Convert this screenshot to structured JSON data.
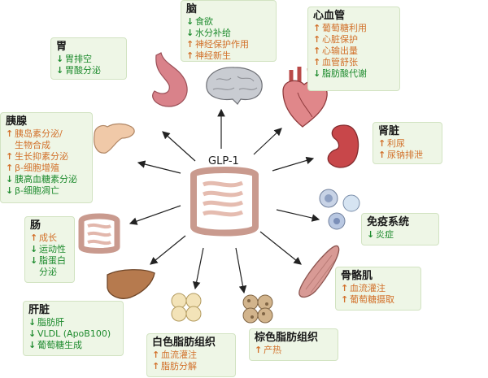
{
  "center_label": "GLP-1",
  "colors": {
    "up": "#d2702a",
    "down": "#1e8b2e",
    "box_bg": "#eef6e6",
    "box_border": "#d2e3c2"
  },
  "brain": {
    "title": "脑",
    "items": [
      {
        "dir": "down",
        "text": "食欲"
      },
      {
        "dir": "down",
        "text": "水分补给"
      },
      {
        "dir": "up",
        "text": "神经保护作用"
      },
      {
        "dir": "up",
        "text": "神经新生"
      }
    ]
  },
  "heart": {
    "title": "心血管",
    "items": [
      {
        "dir": "up",
        "text": "葡萄糖利用"
      },
      {
        "dir": "up",
        "text": "心脏保护"
      },
      {
        "dir": "up",
        "text": "心输出量"
      },
      {
        "dir": "up",
        "text": "血管舒张"
      },
      {
        "dir": "down",
        "text": "脂肪酸代谢"
      }
    ]
  },
  "stomach": {
    "title": "胃",
    "items": [
      {
        "dir": "down",
        "text": "胃排空"
      },
      {
        "dir": "down",
        "text": "胃酸分泌"
      }
    ]
  },
  "pancreas": {
    "title": "胰腺",
    "items": [
      {
        "dir": "up",
        "text": "胰岛素分泌/"
      },
      {
        "dir": "none",
        "text": "生物合成"
      },
      {
        "dir": "up",
        "text": "生长抑素分泌"
      },
      {
        "dir": "up",
        "text": "β-细胞增殖"
      },
      {
        "dir": "down",
        "text": "胰高血糖素分泌"
      },
      {
        "dir": "down",
        "text": "β-细胞凋亡"
      }
    ]
  },
  "kidney": {
    "title": "肾脏",
    "items": [
      {
        "dir": "up",
        "text": "利尿"
      },
      {
        "dir": "up",
        "text": "尿钠排泄"
      }
    ]
  },
  "immune": {
    "title": "免疫系统",
    "items": [
      {
        "dir": "down",
        "text": "炎症"
      }
    ]
  },
  "intestine": {
    "title": "肠",
    "items": [
      {
        "dir": "up",
        "text": "成长"
      },
      {
        "dir": "down",
        "text": "运动性"
      },
      {
        "dir": "down",
        "text": "脂蛋白"
      },
      {
        "dir": "none",
        "text": "分泌"
      }
    ]
  },
  "muscle": {
    "title": "骨骼肌",
    "items": [
      {
        "dir": "up",
        "text": "血流灌注"
      },
      {
        "dir": "up",
        "text": "葡萄糖摄取"
      }
    ]
  },
  "liver": {
    "title": "肝脏",
    "items": [
      {
        "dir": "down",
        "text": "脂肪肝"
      },
      {
        "dir": "down",
        "text": "VLDL (ApoB100)"
      },
      {
        "dir": "down",
        "text": "葡萄糖生成"
      }
    ]
  },
  "white_fat": {
    "title": "白色脂肪组织",
    "items": [
      {
        "dir": "up",
        "text": "血流灌注"
      },
      {
        "dir": "up",
        "text": "脂肪分解"
      }
    ]
  },
  "brown_fat": {
    "title": "棕色脂肪组织",
    "items": [
      {
        "dir": "up",
        "text": "产热"
      }
    ]
  },
  "arrows": {
    "up": "↑",
    "down": "↓"
  }
}
